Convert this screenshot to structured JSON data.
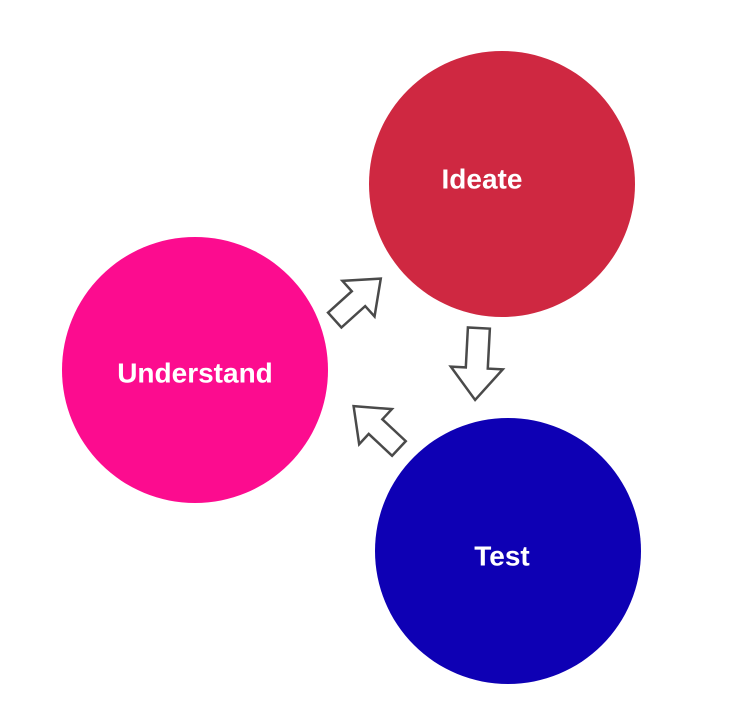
{
  "nodes": {
    "ideate": {
      "label": "Ideate",
      "color": "#cf2841"
    },
    "understand": {
      "label": "Understand",
      "color": "#fc0c8f"
    },
    "test": {
      "label": "Test",
      "color": "#0e00b4"
    }
  },
  "edges": [
    {
      "from": "understand",
      "to": "ideate"
    },
    {
      "from": "ideate",
      "to": "test"
    },
    {
      "from": "test",
      "to": "understand"
    }
  ],
  "colors": {
    "background": "#ffffff",
    "arrow_fill": "#ffffff",
    "arrow_stroke": "#4a4a4a",
    "label_text": "#ffffff"
  }
}
